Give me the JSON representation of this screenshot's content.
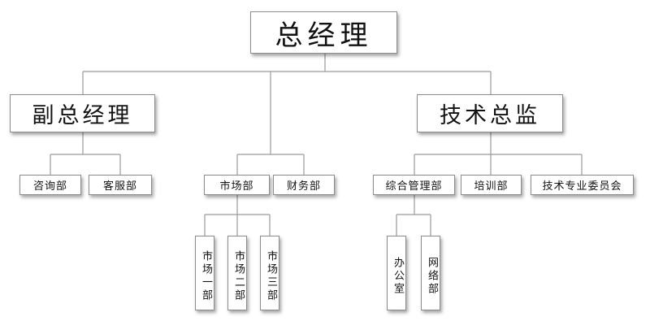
{
  "chart": {
    "root": "总经理",
    "vp_left": "副总经理",
    "vp_right": "技术总监",
    "dept": {
      "consult": "咨询部",
      "service": "客服部",
      "market": "市场部",
      "finance": "财务部",
      "general_mgmt": "综合管理部",
      "training": "培训部",
      "tech_committee": "技术专业委员会"
    },
    "sub": {
      "market1": "市场一部",
      "market2": "市场二部",
      "market3": "市场三部",
      "office": "办公室",
      "network": "网络部"
    }
  }
}
